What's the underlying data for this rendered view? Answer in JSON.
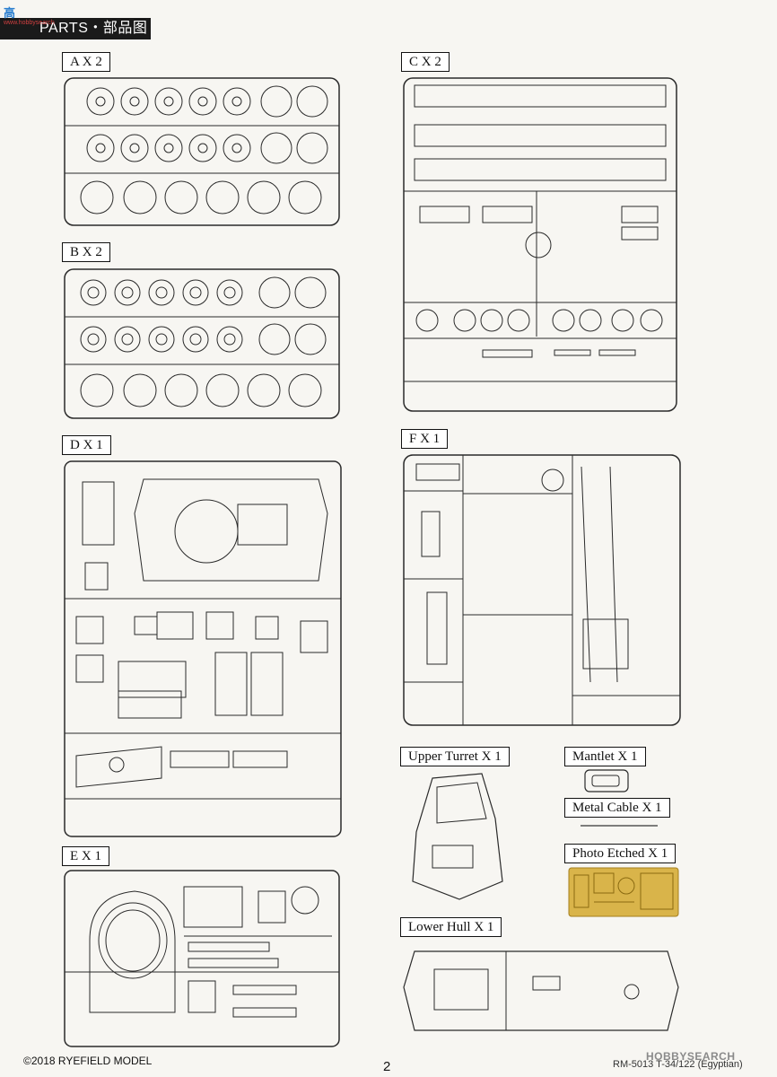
{
  "header": {
    "title": "PARTS・部品图",
    "logo_text": "高",
    "logo_sub": "www.hobbysearch"
  },
  "sprues": {
    "a": "A X 2",
    "b": "B X 2",
    "c": "C X 2",
    "d": "D X 1",
    "e": "E X 1",
    "f": "F X 1",
    "upper_turret": "Upper Turret X 1",
    "mantlet": "Mantlet X 1",
    "metal_cable": "Metal Cable X 1",
    "photo_etched": "Photo Etched X 1",
    "lower_hull": "Lower Hull X 1"
  },
  "footer": {
    "copyright": "©2018 RYEFIELD MODEL",
    "page": "2",
    "product": "RM-5013 T-34/122 (Egyptian)",
    "watermark": "HOBBYSEARCH"
  },
  "colors": {
    "line": "#2a2a2a",
    "photo_etch": "#d9b44a"
  }
}
